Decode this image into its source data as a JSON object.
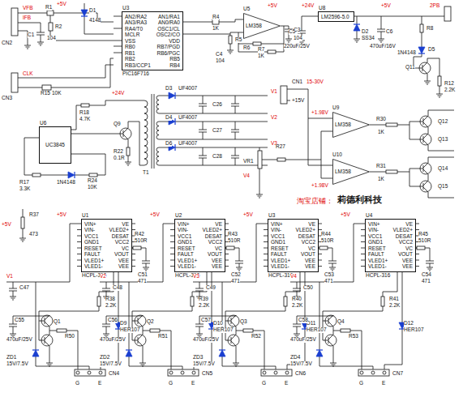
{
  "diagram": {
    "nodes": [
      {
        "text": [
          "U3",
          "AN2/RA2",
          "AN3/RA3",
          "RA4/T0",
          "MCLR",
          "VSS",
          "RB0",
          "RB1",
          "RB2",
          "RB3/CCP1",
          "AN1/RA1",
          "AN0/RA0",
          "OSC1/CL",
          "OSC2/CO",
          "VDD",
          "RB7/PGD",
          "RB6/PGC",
          "RB5",
          "RB4",
          "PIC16F716"
        ]
      },
      {
        "text": [
          "U5",
          "LM358"
        ]
      },
      {
        "text": [
          "U8",
          "LM2596-5.0"
        ]
      },
      {
        "text": [
          "U6",
          "UC3845"
        ]
      },
      {
        "text": [
          "U9",
          "LM358"
        ]
      },
      {
        "text": [
          "U10",
          "LM358"
        ]
      },
      {
        "text": [
          "U1",
          "VIN+",
          "VIN-",
          "VCC1",
          "GND1",
          "RESET",
          "FAULT",
          "VLED1+",
          "VLED1-",
          "VE",
          "VLED2+",
          "DESAT",
          "VCC2",
          "VC",
          "VOUT",
          "VEE",
          "VEE",
          "HCPL-316"
        ]
      },
      {
        "text": [
          "U2",
          "VIN+",
          "VIN-",
          "VCC1",
          "GND1",
          "RESET",
          "FAULT",
          "VLED1+",
          "VLED1-",
          "VE",
          "VLED2+",
          "DESAT",
          "VCC2",
          "VC",
          "VOUT",
          "VEE",
          "VEE",
          "HCPL-316"
        ]
      },
      {
        "text": [
          "U3",
          "VIN+",
          "VIN-",
          "VCC1",
          "GND1",
          "RESET",
          "FAULT",
          "VLED1+",
          "VLED1-",
          "VE",
          "VLED2+",
          "DESAT",
          "VCC2",
          "VC",
          "VOUT",
          "VEE",
          "VEE",
          "HCPL-316"
        ]
      },
      {
        "text": [
          "U4",
          "VIN+",
          "VIN-",
          "VCC1",
          "GND1",
          "RESET",
          "FAULT",
          "VLED1+",
          "VLED1-",
          "VE",
          "VLED2+",
          "DESAT",
          "VCC2",
          "VC",
          "VOUT",
          "VEE",
          "VEE",
          "HCPL-316"
        ]
      }
    ],
    "labels": [
      "CN2",
      "VFB",
      "IFB",
      "+5V",
      "R1",
      "R2",
      "D1",
      "4148",
      "C1",
      "104",
      "CN3",
      "CLK",
      "R15",
      "10K",
      "R4",
      "1K",
      "R5",
      "R6",
      "C3",
      "104",
      "C4",
      "104",
      "R7",
      "1K",
      "+5V",
      "+24V",
      "C5",
      "220uF/25V",
      "D2",
      "SS34",
      "C6",
      "470uF/16V",
      "+5V",
      "2PB",
      "R8",
      "D5",
      "1N4148",
      "Q11",
      "R12",
      "2.2K",
      "CN1",
      "15-30V",
      "+15V",
      "+24V",
      "R18",
      "4.7K",
      "Q9",
      "R22",
      "0.1R",
      "T1",
      "D3",
      "D4",
      "D6",
      "UF4007",
      "UF4007",
      "UF4007",
      "C26",
      "C27",
      "C28",
      "V1",
      "V2",
      "V3",
      "V4",
      "R17",
      "3.3K",
      "1N4148",
      "R24",
      "10K",
      "VR1",
      "R27",
      "+1.98V",
      "+1.98V",
      "R30",
      "1K",
      "R31",
      "1K",
      "Q12",
      "Q13",
      "Q14",
      "Q15",
      "R37",
      "473",
      "+5V",
      "淘宝店铺：",
      "莉德利科技",
      "V1",
      "+5V",
      "C47",
      "R42",
      "510R",
      "C51",
      "471",
      "R38",
      "2.2K",
      "C55",
      "470uF/25V",
      "ZD1",
      "15V/7.5V",
      "Q1",
      "R50",
      "D9",
      "HER107",
      "CN4",
      "G",
      "E",
      "V2",
      "+5V",
      "C48",
      "R43",
      "510R",
      "C52",
      "471",
      "R39",
      "2.2K",
      "C56",
      "470uF/25V",
      "ZD2",
      "15V/7.5V",
      "Q2",
      "R51",
      "D10",
      "HER107",
      "CN5",
      "G",
      "E",
      "V3",
      "+5V",
      "C49",
      "R44",
      "510R",
      "C53",
      "471",
      "R40",
      "2.2K",
      "C57",
      "470uF/25V",
      "ZD3",
      "15V/7.5V",
      "Q3",
      "R52",
      "D11",
      "HER107",
      "CN6",
      "G",
      "E",
      "V4",
      "+5V",
      "C50",
      "R45",
      "510R",
      "C54",
      "471",
      "R41",
      "2.2K",
      "C58",
      "470uF/25V",
      "ZD4",
      "15V/7.5V",
      "Q4",
      "R53",
      "D12",
      "HER107",
      "CN7",
      "G",
      "E"
    ]
  }
}
